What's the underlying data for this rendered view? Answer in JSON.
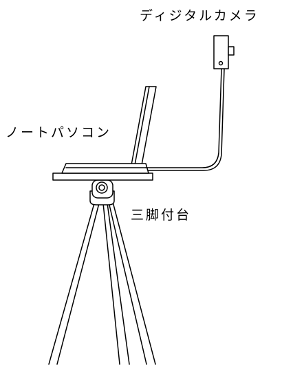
{
  "labels": {
    "camera": "ディジタルカメラ",
    "laptop": "ノートパソコン",
    "tripod": "三脚付台"
  },
  "colors": {
    "line": "#000000",
    "fill": "#ffffff"
  }
}
